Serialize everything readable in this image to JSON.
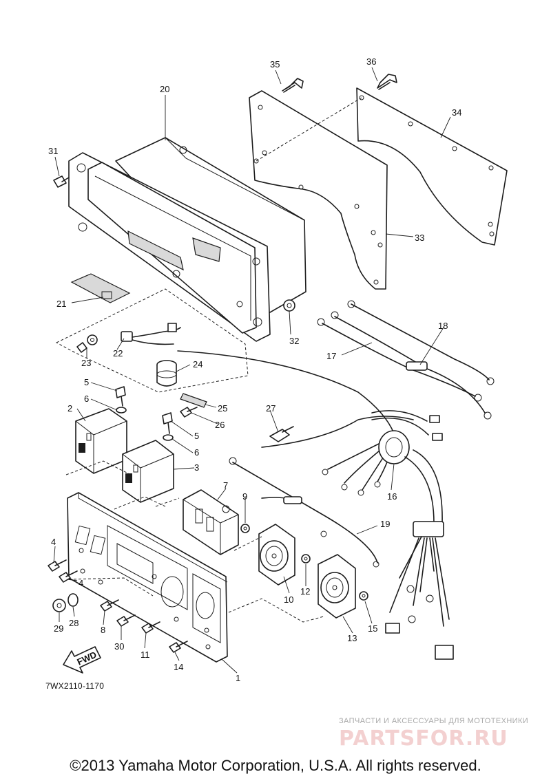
{
  "diagram": {
    "part_numbers": [
      "1",
      "2",
      "3",
      "4",
      "5",
      "6",
      "7",
      "8",
      "9",
      "10",
      "11",
      "12",
      "13",
      "14",
      "15",
      "16",
      "17",
      "18",
      "19",
      "20",
      "21",
      "22",
      "23",
      "24",
      "25",
      "26",
      "27",
      "28",
      "29",
      "30",
      "31",
      "32",
      "33",
      "34",
      "35",
      "36"
    ],
    "fwd_label": "FWD",
    "figure_code": "7WX2110-1170"
  },
  "watermark": {
    "tagline": "ЗАПЧАСТИ И АКСЕССУАРЫ ДЛЯ МОТОТЕХНИКИ",
    "logo": "PARTSFOR.RU"
  },
  "footer": {
    "copyright": "©2013 Yamaha Motor Corporation, U.S.A. All rights reserved."
  }
}
